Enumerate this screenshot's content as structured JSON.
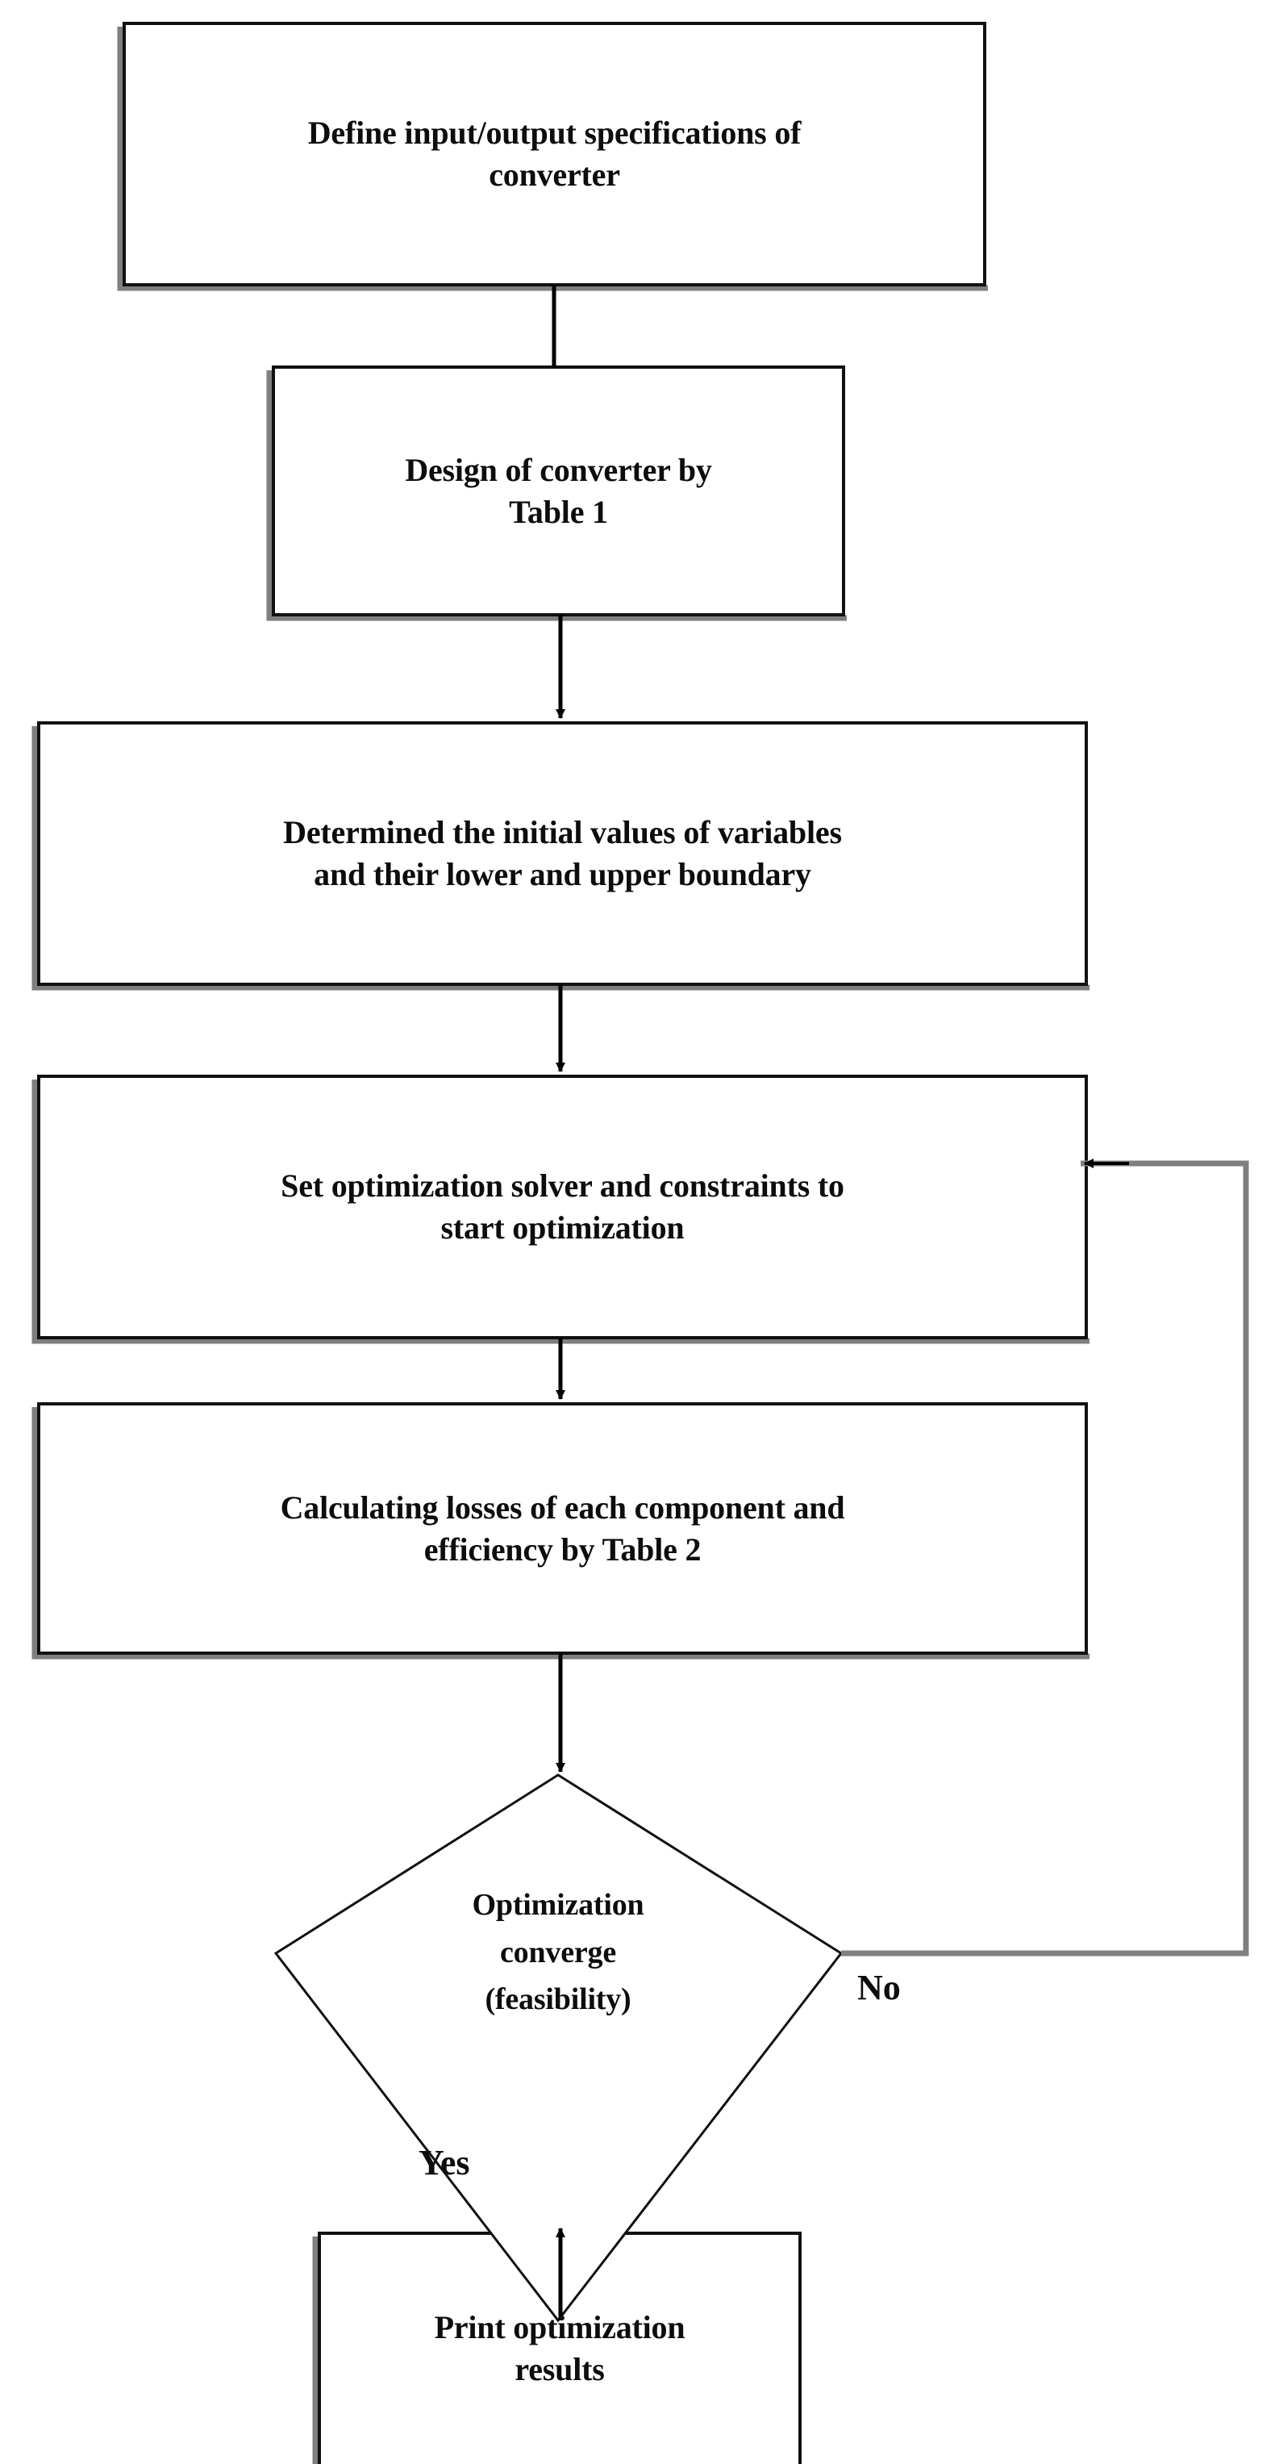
{
  "diagram": {
    "title": "Converter design and efficiency optimization flowchart",
    "background_color": "#ffffff",
    "line_color": "#000000",
    "shadow_color": "#808080",
    "text_color": "#0d0d0d"
  },
  "nodes": [
    {
      "id": "define-specs",
      "shape": "process",
      "label": "Define input/output specifications of converter",
      "line1": "Define input/output specifications of",
      "line2": "converter"
    },
    {
      "id": "design-converter",
      "shape": "process",
      "label": "Design of converter by Table 1",
      "line1": "Design of converter by",
      "line2": "Table 1"
    },
    {
      "id": "determine-initial-values",
      "shape": "process",
      "label": "Determined the initial values of variables and their lower and upper boundary",
      "line1": "Determined the initial values of variables",
      "line2": "and their lower and upper boundary"
    },
    {
      "id": "set-solver",
      "shape": "process",
      "label": "Set optimization solver and constraints to start optimization",
      "line1": "Set optimization solver and constraints to",
      "line2": "start optimization"
    },
    {
      "id": "calculate-losses",
      "shape": "process",
      "label": "Calculating losses of each component and efficiency by Table 2",
      "line1": "Calculating losses of each component and",
      "line2": "efficiency by Table 2"
    },
    {
      "id": "optimization-converge",
      "shape": "decision",
      "label": "Optimization converge (feasibility)",
      "line1": "Optimization",
      "line2": "converge",
      "line3": "(feasibility)"
    },
    {
      "id": "print-results",
      "shape": "process",
      "label": "Print optimization results",
      "line1": "Print optimization",
      "line2": "results"
    }
  ],
  "edges": [
    {
      "id": "e1",
      "from": "define-specs",
      "to": "design-converter",
      "label": "",
      "arrow": false
    },
    {
      "id": "e2",
      "from": "design-converter",
      "to": "determine-initial-values",
      "label": "",
      "arrow": true
    },
    {
      "id": "e3",
      "from": "determine-initial-values",
      "to": "set-solver",
      "label": "",
      "arrow": true
    },
    {
      "id": "e4",
      "from": "set-solver",
      "to": "calculate-losses",
      "label": "",
      "arrow": true
    },
    {
      "id": "e5",
      "from": "calculate-losses",
      "to": "optimization-converge",
      "label": "",
      "arrow": true
    },
    {
      "id": "e6",
      "from": "optimization-converge",
      "to": "set-solver",
      "label": "No",
      "arrow": true
    },
    {
      "id": "e7",
      "from": "optimization-converge",
      "to": "print-results",
      "label": "Yes",
      "arrow": true
    }
  ],
  "labels": {
    "no": "No",
    "yes": "Yes"
  }
}
